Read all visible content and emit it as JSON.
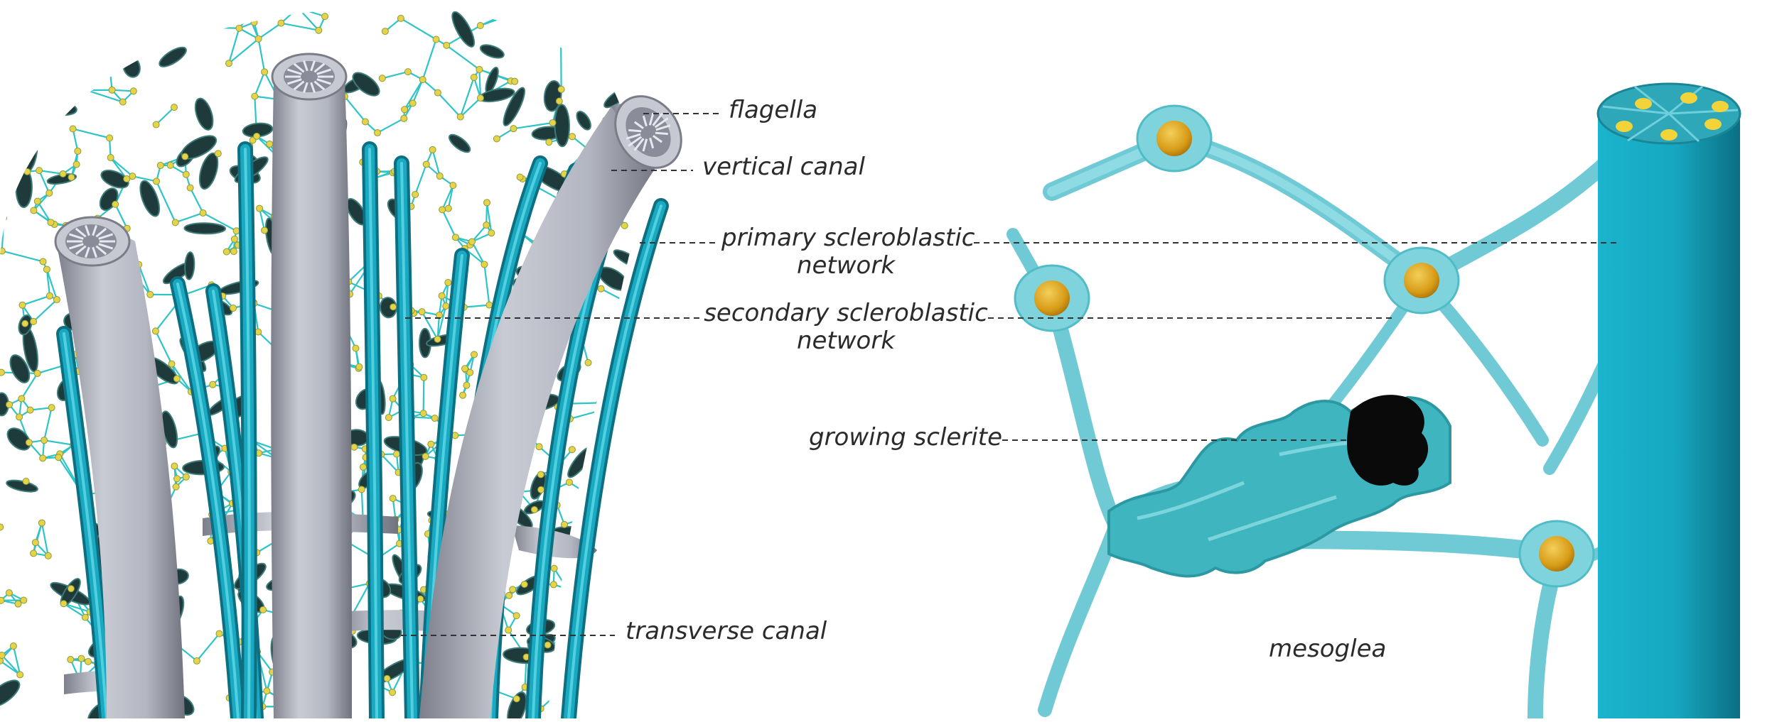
{
  "labels": {
    "flagella": "flagella",
    "vertical_canal": "vertical canal",
    "primary_network_line1": "primary scleroblastic",
    "primary_network_line2": "network",
    "secondary_network_line1": "secondary scleroblastic",
    "secondary_network_line2": "network",
    "growing_sclerite": "growing sclerite",
    "transverse_canal": "transverse canal",
    "mesoglea": "mesoglea"
  },
  "colors": {
    "network": "#2ec4c8",
    "node": "#e6d34a",
    "scleroblast_dark": "#1f3a3a",
    "canal_gray": "#a9acb8",
    "tube_teal": "#19a9c0",
    "cell_light": "#7fd3dc",
    "nucleus": "#e0a81c",
    "sclerite_black": "#0a0a0a"
  }
}
